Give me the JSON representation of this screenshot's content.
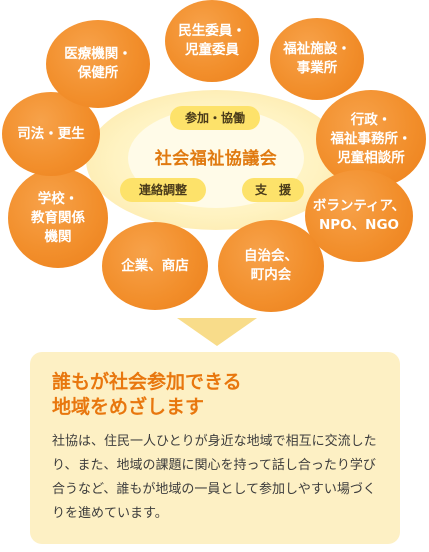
{
  "center": {
    "title": "社会福祉協議会",
    "labels": {
      "participation": "参加・協働",
      "coordination": "連絡調整",
      "support": "支　援"
    }
  },
  "organizations": [
    "民生委員・\n児童委員",
    "福祉施設・\n事業所",
    "行政・\n福祉事務所・\n児童相談所",
    "ボランティア、\nNPO、NGO",
    "自治会、\n町内会",
    "企業、商店",
    "学校・\n教育関係\n機関",
    "司法・更生",
    "医療機関・\n保健所"
  ],
  "message": {
    "title": "誰もが社会参加できる\n地域をめざします",
    "body": "社協は、住民一人ひとりが身近な地域で相互に交流したり、また、地域の課題に関心を持って話し合ったり学び合うなど、誰もが地域の一員として参加しやすい場づくりを進めています。"
  },
  "colors": {
    "org_circle": "#f28f2c",
    "center_title": "#e07a10",
    "pill": "#fde26a",
    "message_box": "#fdf0c4",
    "message_title": "#e8770e",
    "arrow": "#f8dc8a"
  }
}
